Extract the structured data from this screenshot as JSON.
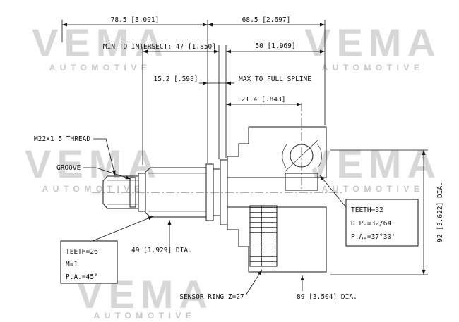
{
  "watermark": {
    "brand": "VEMA",
    "sub": "AUTOMOTIVE"
  },
  "dimensions": {
    "len_785": "78.5 [3.091]",
    "len_685": "68.5 [2.697]",
    "min_intersect": "MIN TO INTERSECT: 47 [1.850]",
    "len_50": "50 [1.969]",
    "len_152": "15.2 [.598]",
    "max_spline": "MAX TO FULL SPLINE",
    "len_214": "21.4 [.843]",
    "dia_92": "92 [3.622] DIA.",
    "dia_49": "49 [1.929] DIA.",
    "dia_89": "89 [3.504] DIA."
  },
  "labels": {
    "thread": "M22x1.5 THREAD",
    "groove": "GROOVE",
    "sensor_ring": "SENSOR RING Z=27"
  },
  "spec_boxes": {
    "outer_joint": {
      "lines": [
        "TEETH=32",
        "D.P.=32/64",
        "P.A.=37°30'"
      ]
    },
    "shaft_spline": {
      "lines": [
        "TEETH=26",
        "M=1",
        "P.A.=45°"
      ]
    }
  },
  "colors": {
    "line": "#1a1a1a",
    "watermark": "#d7d7d7",
    "watermark_sub": "#c8c8c8"
  }
}
